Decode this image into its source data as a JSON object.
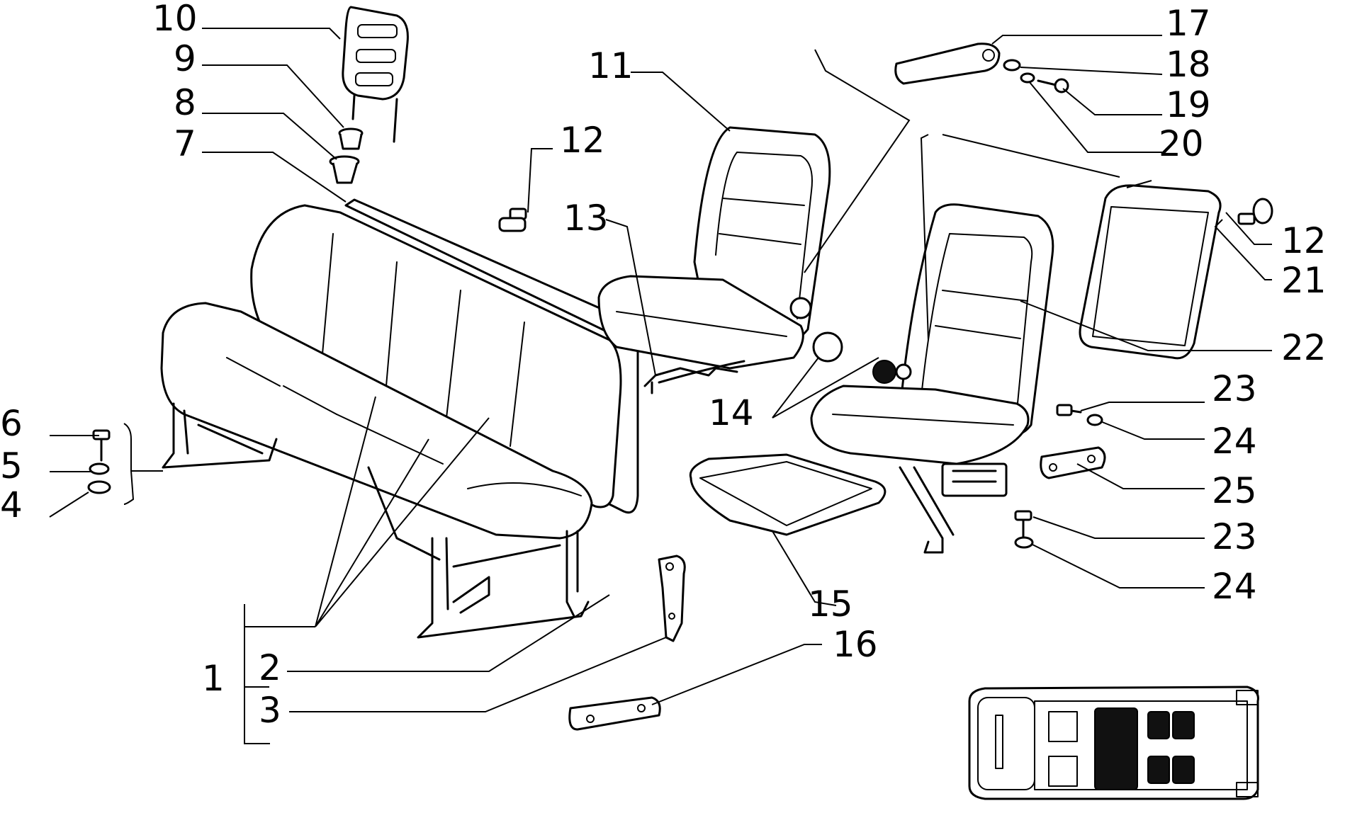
{
  "callouts": {
    "c1": "1",
    "c2": "2",
    "c3": "3",
    "c4": "4",
    "c5": "5",
    "c6": "6",
    "c7": "7",
    "c8": "8",
    "c9": "9",
    "c10": "10",
    "c11": "11",
    "c12a": "12",
    "c12b": "12",
    "c13": "13",
    "c14": "14",
    "c15": "15",
    "c16": "16",
    "c17": "17",
    "c18": "18",
    "c19": "19",
    "c20": "20",
    "c21": "21",
    "c22": "22",
    "c23a": "23",
    "c23b": "23",
    "c24a": "24",
    "c24b": "24",
    "c25": "25"
  }
}
